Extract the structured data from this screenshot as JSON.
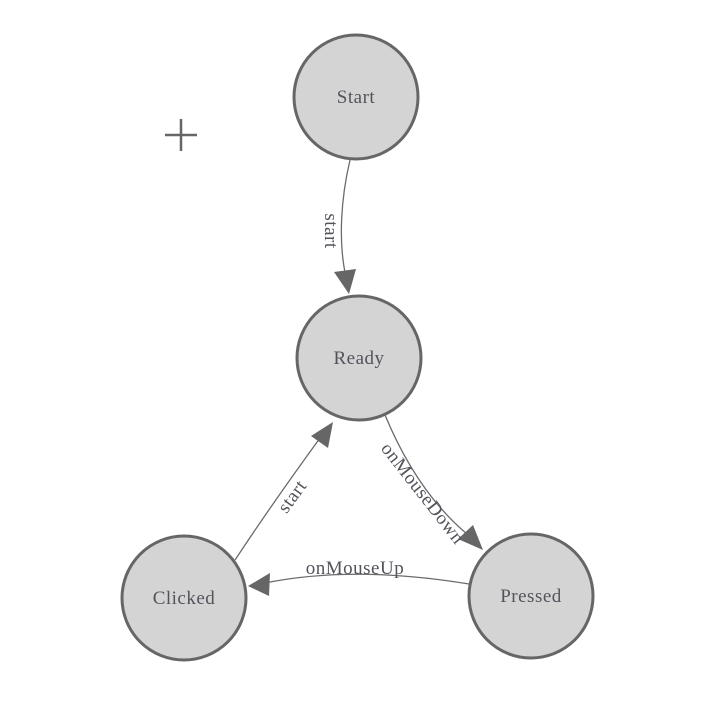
{
  "canvas": {
    "background": "#ffffff"
  },
  "cursor": {
    "icon": "plus-crosshair"
  },
  "diagram": {
    "type": "state-diagram",
    "nodes": [
      {
        "id": "Start",
        "label": "Start"
      },
      {
        "id": "Ready",
        "label": "Ready"
      },
      {
        "id": "Clicked",
        "label": "Clicked"
      },
      {
        "id": "Pressed",
        "label": "Pressed"
      }
    ],
    "edges": [
      {
        "from": "Start",
        "to": "Ready",
        "label": "start"
      },
      {
        "from": "Ready",
        "to": "Pressed",
        "label": "onMouseDown"
      },
      {
        "from": "Pressed",
        "to": "Clicked",
        "label": "onMouseUp"
      },
      {
        "from": "Clicked",
        "to": "Ready",
        "label": "start"
      }
    ],
    "colors": {
      "node_fill": "#d4d4d4",
      "node_stroke": "#666666",
      "edge_stroke": "#6b6b6b",
      "arrow_fill": "#666666",
      "text": "#53535c"
    }
  }
}
